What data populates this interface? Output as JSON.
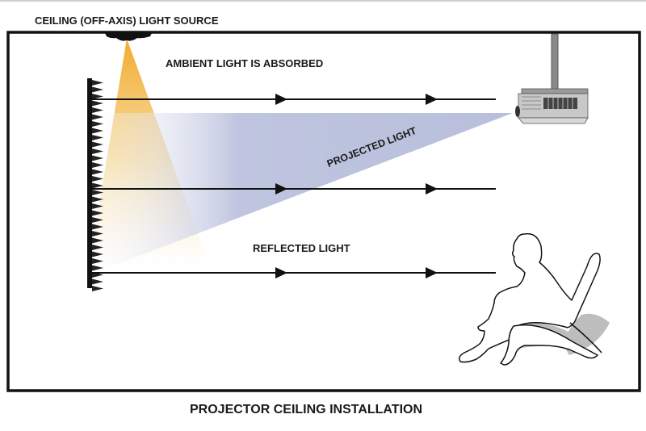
{
  "diagram": {
    "title": "PROJECTOR CEILING INSTALLATION",
    "labels": {
      "light_source": "CEILING (OFF-AXIS) LIGHT SOURCE",
      "ambient": "AMBIENT LIGHT IS ABSORBED",
      "projected": "PROJECTED LIGHT",
      "reflected": "REFLECTED LIGHT"
    },
    "colors": {
      "ambient_light": "#f2b53a",
      "projected_light": "#b8bfdc",
      "outline": "#111111"
    },
    "elements": [
      "ceiling light fixture",
      "screen",
      "ceiling-mounted projector",
      "seated viewer in chair"
    ]
  }
}
